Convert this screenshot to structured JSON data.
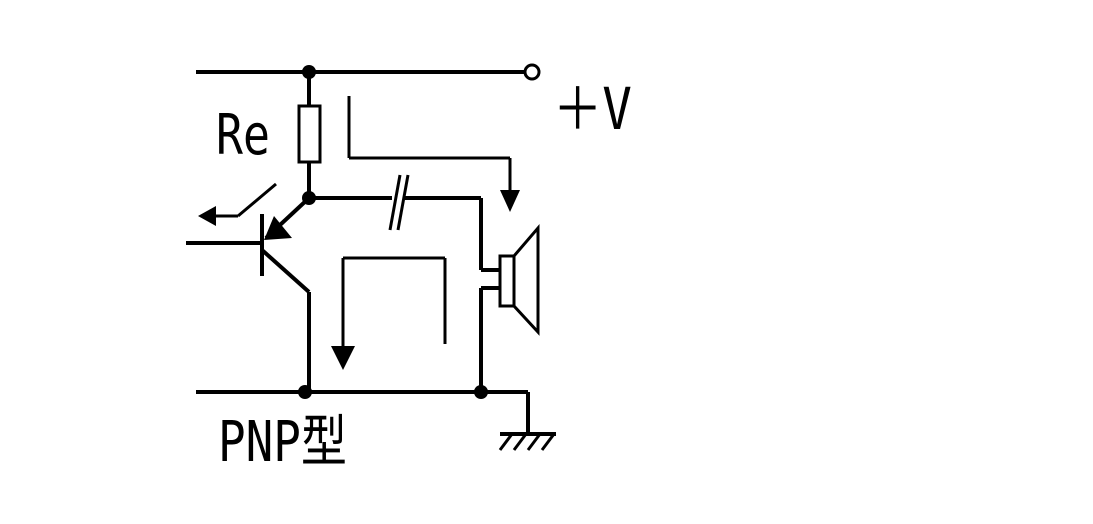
{
  "labels": {
    "resistor": "Re",
    "supply": "＋V",
    "transistor_type": "PNP型"
  },
  "components": {
    "transistor": "pnp-transistor",
    "resistor": "emitter-resistor",
    "capacitor": "coupling-capacitor",
    "speaker": "speaker-icon",
    "ground": "ground-icon",
    "terminal": "supply-terminal"
  },
  "colors": {
    "line": "#000000",
    "background": "#ffffff"
  }
}
